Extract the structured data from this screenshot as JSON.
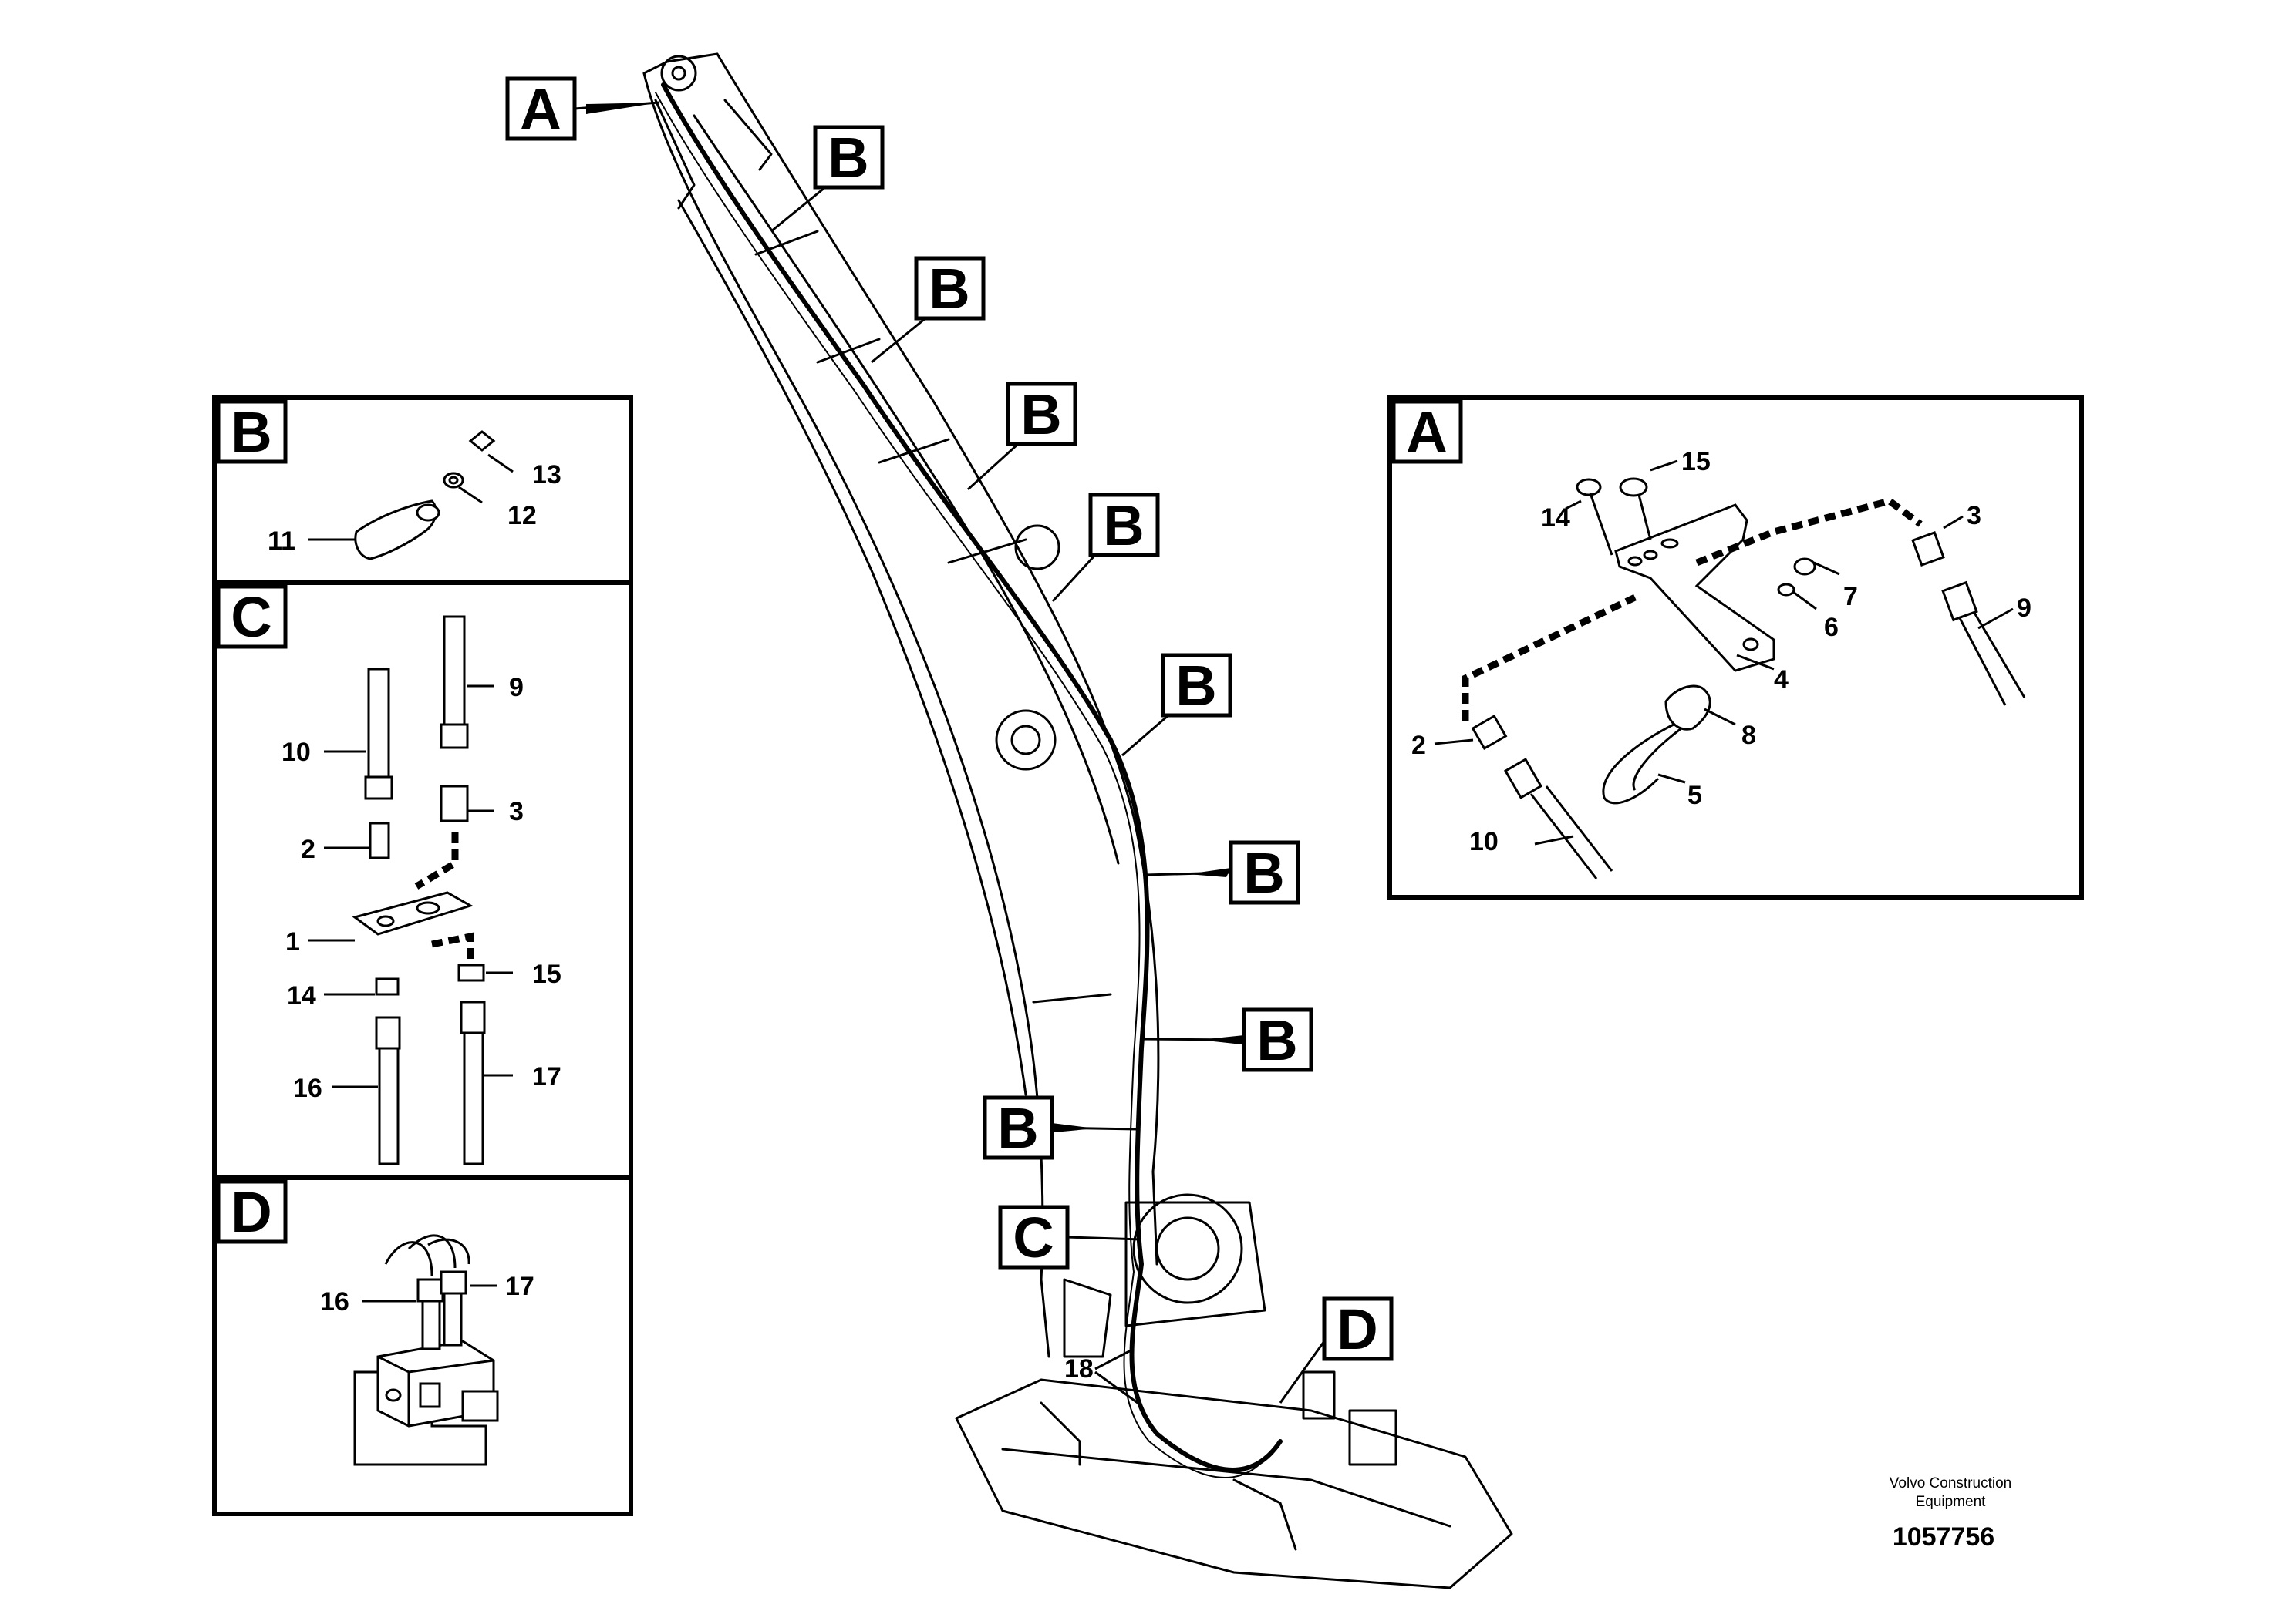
{
  "callouts": {
    "a": "A",
    "b": "B",
    "c": "C",
    "d": "D"
  },
  "panel_b": {
    "title": "B",
    "label_11": "11",
    "label_12": "12",
    "label_13": "13"
  },
  "panel_c": {
    "title": "C",
    "label_1": "1",
    "label_2": "2",
    "label_3": "3",
    "label_9": "9",
    "label_10": "10",
    "label_14": "14",
    "label_15": "15",
    "label_16": "16",
    "label_17": "17"
  },
  "panel_d": {
    "title": "D",
    "label_16": "16",
    "label_17": "17"
  },
  "panel_a": {
    "title": "A",
    "label_2": "2",
    "label_3": "3",
    "label_4": "4",
    "label_5": "5",
    "label_6": "6",
    "label_7": "7",
    "label_8": "8",
    "label_9": "9",
    "label_10": "10",
    "label_14": "14",
    "label_15": "15"
  },
  "main": {
    "label_18": "18"
  },
  "footer": {
    "company_line1": "Volvo Construction",
    "company_line2": "Equipment",
    "doc_number": "1057756"
  }
}
